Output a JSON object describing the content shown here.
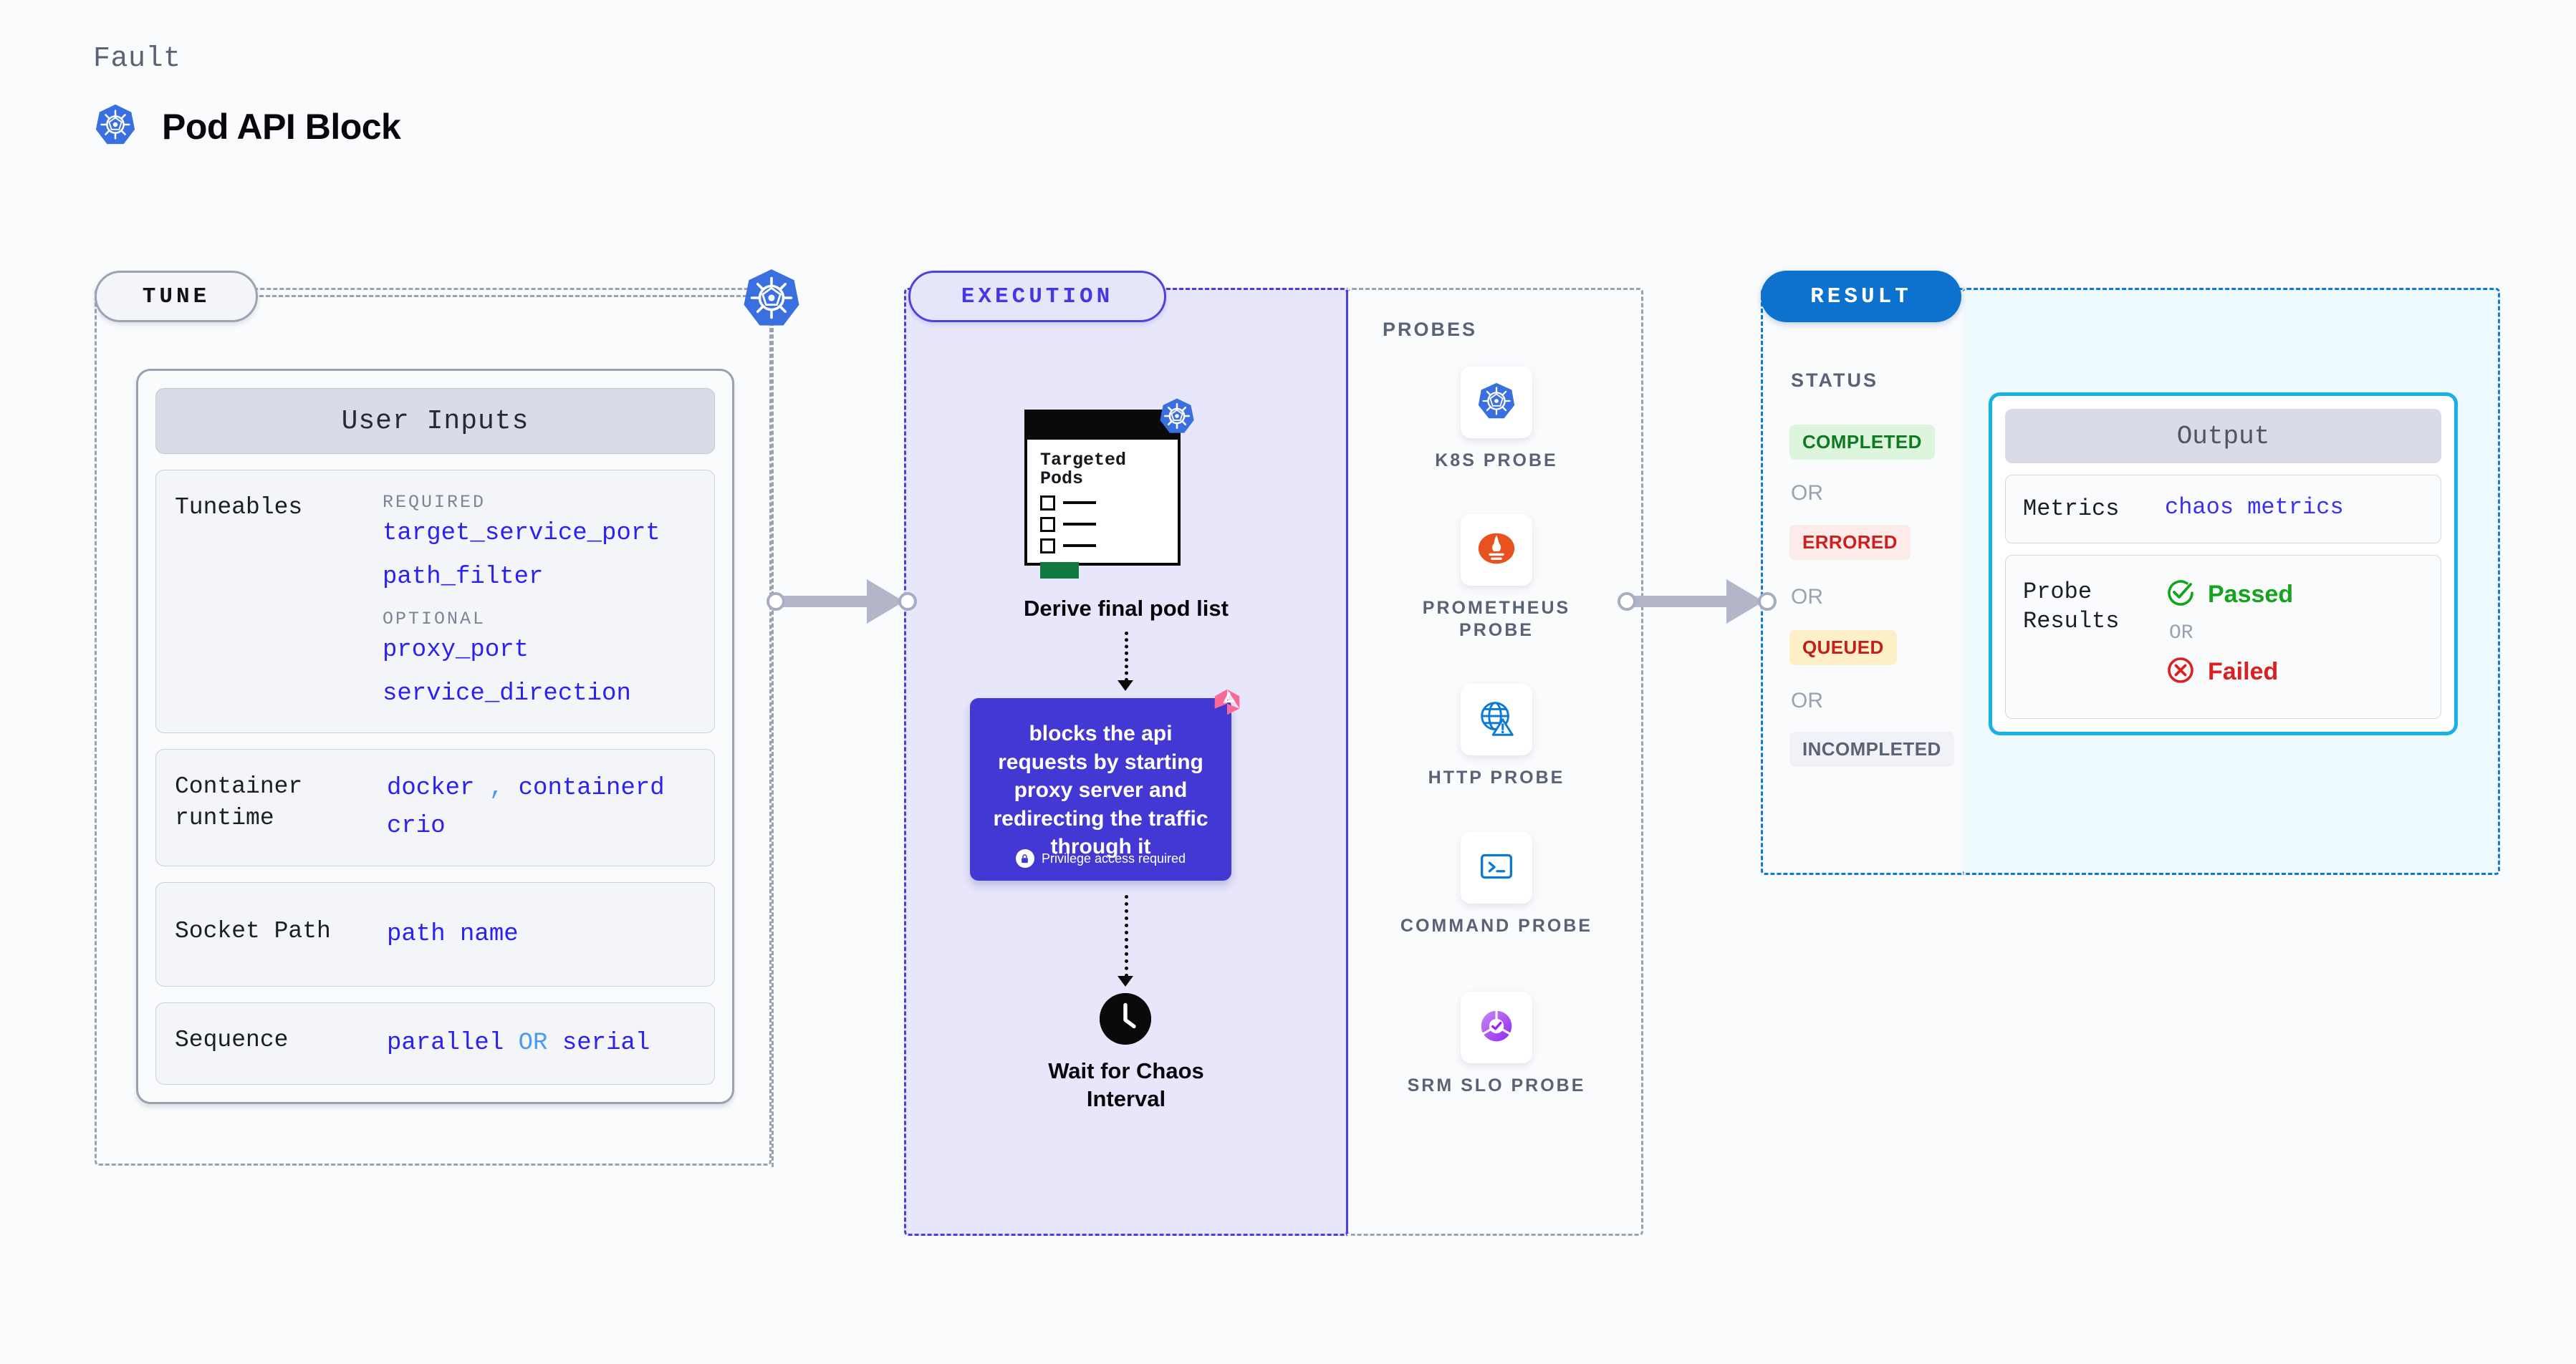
{
  "header": {
    "eyebrow": "Fault",
    "title": "Pod API Block",
    "icon": "kubernetes-icon"
  },
  "sections": {
    "tune": {
      "pill_label": "TUNE"
    },
    "execution": {
      "pill_label": "EXECUTION"
    },
    "result": {
      "pill_label": "RESULT"
    }
  },
  "tune": {
    "card_header": "User Inputs",
    "blocks": [
      {
        "key": "Tuneables",
        "required_label": "REQUIRED",
        "required": [
          "target_service_port",
          "path_filter"
        ],
        "optional_label": "OPTIONAL",
        "optional": [
          "proxy_port",
          "service_direction"
        ]
      },
      {
        "key": "Container runtime",
        "values_line1": "docker",
        "separator": ",",
        "values_line1b": "containerd",
        "values_line2": "crio"
      },
      {
        "key": "Socket Path",
        "value": "path name"
      },
      {
        "key": "Sequence",
        "value_a": "parallel",
        "value_or": "OR",
        "value_b": "serial"
      }
    ]
  },
  "execution": {
    "pods_card": {
      "title_line1": "Targeted",
      "title_line2": "Pods",
      "badge_icon": "kubernetes-icon"
    },
    "derive_label": "Derive final pod list",
    "action": {
      "text": "blocks the api requests by starting proxy server and redirecting the traffic through it",
      "footer": "Privilege access required",
      "footer_icon": "lock-icon",
      "corner_icon": "litmus-chaos-icon",
      "color": "#4338d4"
    },
    "wait": {
      "icon": "clock-icon",
      "label_line1": "Wait for Chaos",
      "label_line2": "Interval"
    }
  },
  "probes": {
    "title": "PROBES",
    "items": [
      {
        "name": "K8S  PROBE",
        "icon": "kubernetes-icon"
      },
      {
        "name": "PROMETHEUS PROBE",
        "icon": "prometheus-icon"
      },
      {
        "name": "HTTP  PROBE",
        "icon": "http-globe-icon"
      },
      {
        "name": "COMMAND PROBE",
        "icon": "terminal-icon"
      },
      {
        "name": "SRM  SLO PROBE",
        "icon": "srm-slo-icon"
      }
    ]
  },
  "result": {
    "status_title": "STATUS",
    "or_label": "OR",
    "statuses": [
      {
        "label": "COMPLETED",
        "bg": "#ddf4dd",
        "fg": "#0f7a21"
      },
      {
        "label": "ERRORED",
        "bg": "#fcebe9",
        "fg": "#cc2020"
      },
      {
        "label": "QUEUED",
        "bg": "#fdefc6",
        "fg": "#c22020"
      },
      {
        "label": "INCOMPLETED",
        "bg": "#f1f2f7",
        "fg": "#5a6275"
      }
    ],
    "output": {
      "header": "Output",
      "metrics_key": "Metrics",
      "metrics_value": "chaos metrics",
      "probe_results_key": "Probe Results",
      "passed_label": "Passed",
      "failed_label": "Failed",
      "or_label": "OR"
    }
  }
}
